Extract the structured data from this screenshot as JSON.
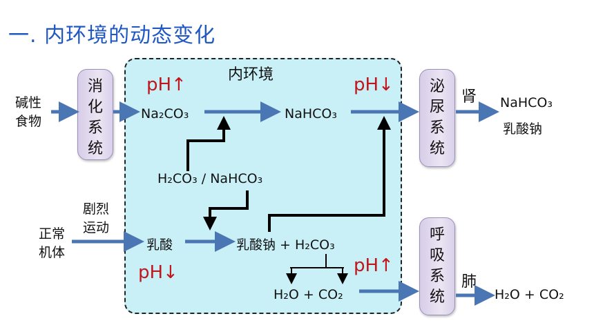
{
  "title": "一. 内环境的动态变化",
  "environment_label": "内环境",
  "organs": {
    "digestive": "消化系统",
    "urinary": "泌尿系统",
    "respiratory": "呼吸系统"
  },
  "inputs": {
    "alkaline_food": "碱性食物",
    "exercise": "剧烈运动",
    "normal_body": "正常机体"
  },
  "species": {
    "na2co3": "Na₂CO₃",
    "nahco3": "NaHCO₃",
    "buffer": "H₂CO₃ / NaHCO₃",
    "lactic_acid": "乳酸",
    "sodium_lactate_products": "乳酸钠 + H₂CO₃",
    "water_co2_inner": "H₂O + CO₂"
  },
  "ph_labels": {
    "top_left": "pH↑",
    "top_right": "pH↓",
    "bottom_left": "pH↓",
    "bottom_right": "pH↑"
  },
  "outputs": {
    "kidney": "肾",
    "kidney_product_1": "NaHCO₃",
    "kidney_product_2": "乳酸钠",
    "lung": "肺",
    "lung_product": "H₂O + CO₂"
  }
}
